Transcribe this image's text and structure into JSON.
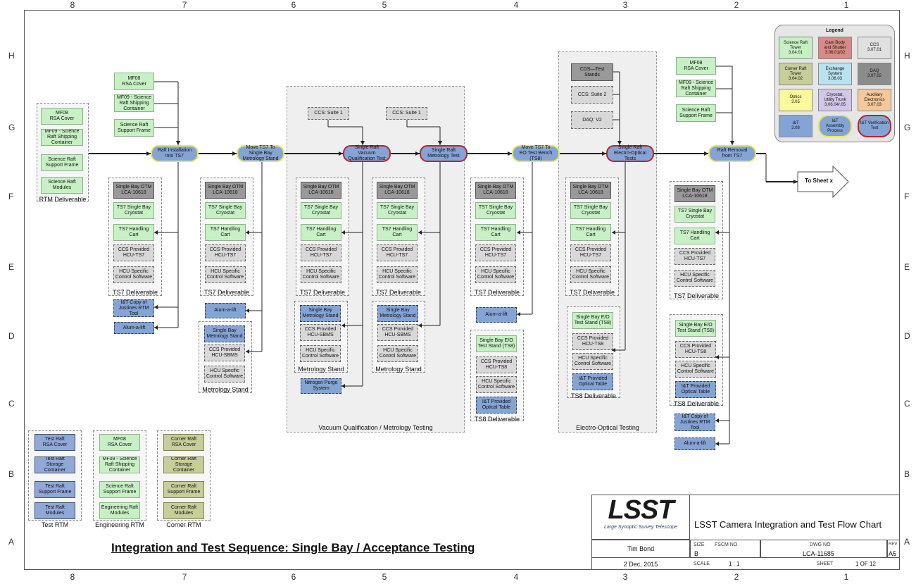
{
  "zones": {
    "columns": [
      "8",
      "7",
      "6",
      "5",
      "4",
      "3",
      "2",
      "1"
    ],
    "rows": [
      "H",
      "G",
      "F",
      "E",
      "D",
      "C",
      "B",
      "A"
    ]
  },
  "legend": {
    "title": "Legend",
    "items": [
      "Science Raft\nTower\n3.04.01",
      "Cam Body\nand Shutter\n3.06.01/02",
      "CCS\n3.07.01",
      "Corner Raft\nTower\n3.04.02",
      "Exchange\nSystem\n3.06.03",
      "DAQ\n3.07.02",
      "Optics\n3.05",
      "Cryostat,\nUtility Trunk\n3.06.04/.05",
      "Auxiliary\nElectronics\n3.07.03",
      "I&T\n3.08",
      "I&T\nAssembly\nProcess",
      "I&T Verification\nTest"
    ],
    "colors": [
      "#c7f1c4",
      "#d88a84",
      "#e0e0e0",
      "#c7ce9a",
      "#b9e2f1",
      "#8c8c8c",
      "#fafa9a",
      "#d2c7e8",
      "#f5c79a",
      "#85a4d6",
      "#85a4d6",
      "#85a4d6"
    ]
  },
  "rtm": {
    "items": [
      "MF08\nRSA Cover",
      "MF09 - Science\nRaft Shipping\nContainer",
      "Science Raft\nSupport Frame",
      "Science Raft\nModules"
    ],
    "label": "RTM Deliverable"
  },
  "top7": [
    "MF08\nRSA Cover",
    "MF09 - Science\nRaft Shipping\nContainer",
    "Science Raft\nSupport Frame"
  ],
  "top2": [
    "MF08\nRSA Cover",
    "MF09 - Science\nRaft Shipping\nContainer",
    "Science Raft\nSupport Frame"
  ],
  "processes": [
    "Raft Installation\ninto TS7",
    "Move TS7 To\nSingle Bay\nMetrology Stand",
    "Single Raft\nVacuum\nQualification Test",
    "Single Raft\nMetrology Test",
    "Move TS7 To\nEO Test Bench\n(TS8)",
    "Single Raft\nElectro-Optical\nTests",
    "Raft Removal\nfrom TS7"
  ],
  "ccs_suite1": "CCS: Suite 1",
  "eo_top": [
    "CDS—Test\nStands",
    "CCS: Suite 2",
    "DAQ: V2"
  ],
  "ts7": {
    "items": [
      "Single Bay OTM\nLCA-10618",
      "TS7 Single Bay\nCryostat",
      "TS7 Handling\nCart",
      "CCS Provided\nHCU-TS7",
      "HCU Specific\nControl Software"
    ],
    "label": "TS7 Deliverable"
  },
  "col7_extra": [
    "I&T Copy of\nJustines RTM\nTool",
    "Alum-a-lift"
  ],
  "alum": "Alum-a-lift",
  "metro": {
    "items": [
      "Single Bay\nMetrology Stand",
      "CCS Provided\nHCU-SBMS",
      "HCU Specific\nControl Software"
    ],
    "label": "Metrology Stand"
  },
  "nitrogen": "Nitrogen Purge\nSystem",
  "ts8": {
    "items": [
      "Single Bay E/O\nTest Stand (TS8)",
      "CCS Provided\nHCU-TS8",
      "HCU Specific\nControl Software",
      "I&T Provided\nOptical Table"
    ],
    "label": "TS8 Deliverable"
  },
  "sections": [
    "Vacuum Qualification / Metrology Testing",
    "Electro-Optical Testing"
  ],
  "to_sheet": "To Sheet x",
  "bottom_groups": [
    {
      "label": "Test RTM",
      "items": [
        "Test Raft\nRSA Cover",
        "Test Raft\nStorage\nContainer",
        "Test Raft\nSupport Frame",
        "Test Raft\nModules"
      ]
    },
    {
      "label": "Engineering RTM",
      "items": [
        "MF08\nRSA Cover",
        "MF09 - Science\nRaft Shipping\nContainer",
        "Science Raft\nSupport Frame",
        "Engineering Raft\nModules"
      ]
    },
    {
      "label": "Corner RTM",
      "items": [
        "Corner Raft\nRSA Cover",
        "Corner Raft\nStorage\nContainer",
        "Corner Raft\nSupport Frame",
        "Corner Raft\nModules"
      ]
    }
  ],
  "main_title": "Integration and Test Sequence: Single Bay / Acceptance Testing",
  "title_block": {
    "logo": "LSST",
    "logo_sub": "Large Synoptic Survey Telescope",
    "title": "LSST Camera Integration and Test Flow Chart",
    "author": "Tim Bond",
    "date": "2 Dec, 2015",
    "size_label": "SIZE",
    "size": "B",
    "fscm_label": "FSCM NO",
    "dwg_label": "DWG NO",
    "dwg": "LCA-11685",
    "rev_label": "REV",
    "rev": "A5",
    "scale_label": "SCALE",
    "scale": "1 : 1",
    "sheet_label": "SHEET",
    "sheet": "1 OF 12"
  }
}
